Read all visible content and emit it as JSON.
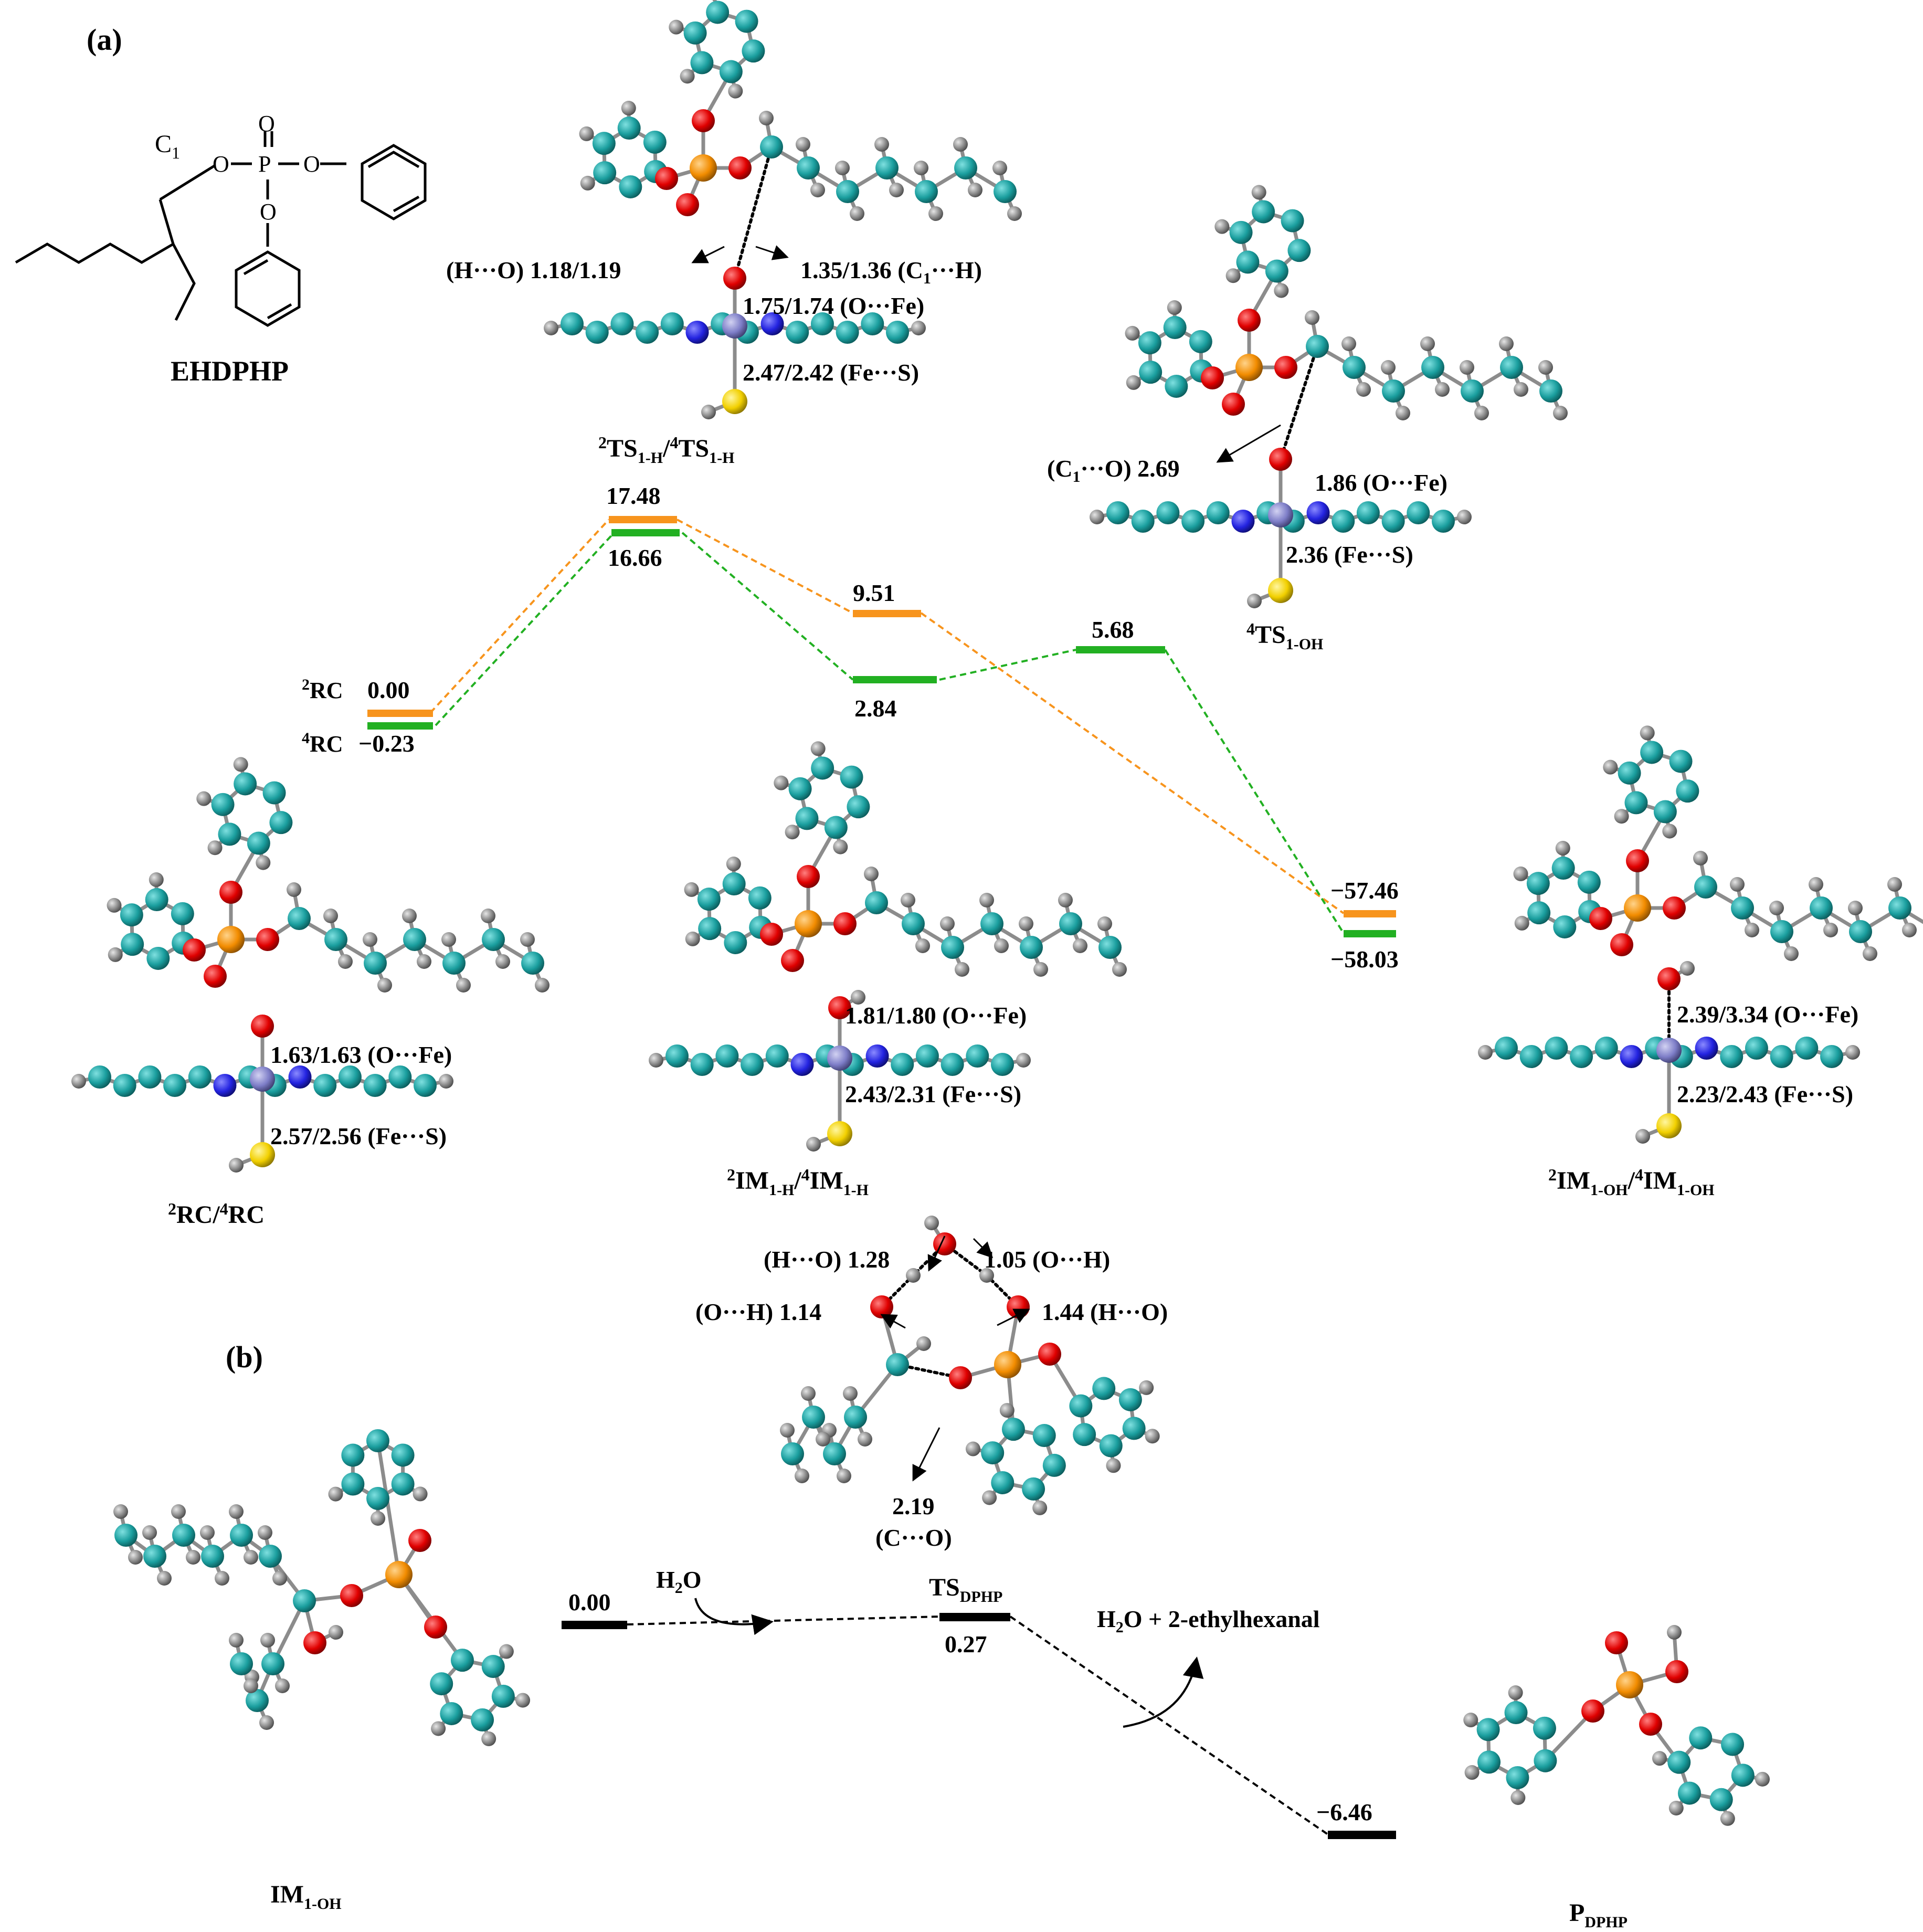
{
  "panel_a": {
    "label": "(a)",
    "ehdphp": {
      "name": "EHDPHP",
      "c1": "C",
      "c1_sub": "1",
      "o_labels": [
        "O",
        "O",
        "O",
        "O"
      ],
      "p": "P"
    },
    "energy_levels": {
      "rc_doublet": {
        "label": "2RC",
        "sup": "2",
        "name": "RC",
        "value": "0.00"
      },
      "rc_quartet": {
        "label": "4RC",
        "sup": "4",
        "name": "RC",
        "value": "−0.23"
      },
      "ts_h_doublet": {
        "value": "17.48"
      },
      "ts_h_quartet": {
        "value": "16.66"
      },
      "im_h_doublet": {
        "value": "9.51"
      },
      "im_h_quartet": {
        "value": "2.84"
      },
      "ts_oh_quartet": {
        "value": "5.68"
      },
      "im_oh_doublet": {
        "value": "−57.46"
      },
      "im_oh_quartet": {
        "value": "−58.03"
      }
    },
    "structures": {
      "ts_1h": {
        "caption_parts": [
          "2",
          "TS",
          "1-H",
          "/",
          "4",
          "TS",
          "1-H"
        ],
        "annotations": [
          "(H···O) 1.18/1.19",
          "1.35/1.36 (C",
          "1",
          "···H)",
          "1.75/1.74 (O···Fe)",
          "2.47/2.42 (Fe···S)"
        ]
      },
      "ts_1oh": {
        "caption_parts": [
          "4",
          "TS",
          "1-OH"
        ],
        "annotations": [
          "(C",
          "1",
          "···O) 2.69",
          "1.86 (O···Fe)",
          "2.36 (Fe···S)"
        ]
      },
      "rc": {
        "caption_parts": [
          "2",
          "RC/",
          "4",
          "RC"
        ],
        "annotations": [
          "1.63/1.63 (O···Fe)",
          "2.57/2.56 (Fe···S)"
        ]
      },
      "im_1h": {
        "caption_parts": [
          "2",
          "IM",
          "1-H",
          "/",
          "4",
          "IM",
          "1-H"
        ],
        "annotations": [
          "1.81/1.80 (O···Fe)",
          "2.43/2.31 (Fe···S)"
        ]
      },
      "im_1oh": {
        "caption_parts": [
          "2",
          "IM",
          "1-OH",
          "/",
          "4",
          "IM",
          "1-OH"
        ],
        "annotations": [
          "2.39/3.34 (O···Fe)",
          "2.23/2.43 (Fe···S)"
        ]
      }
    }
  },
  "panel_b": {
    "label": "(b)",
    "levels": {
      "im_oh": {
        "value": "0.00"
      },
      "ts_dphp": {
        "value": "0.27"
      },
      "p_dphp": {
        "value": "−6.46"
      }
    },
    "ts_annotations": [
      "(H···O) 1.28",
      "1.05 (O···H)",
      "(O···H) 1.14",
      "1.44 (H···O)",
      "2.19",
      "(C···O)"
    ],
    "h2o_in": {
      "main": "H",
      "sub": "2",
      "tail": "O"
    },
    "products_out": {
      "main": "H",
      "sub": "2",
      "tail": "O + 2-ethylhexanal"
    },
    "captions": {
      "im": {
        "main": "IM",
        "sub": "1-OH"
      },
      "ts": {
        "main": "TS",
        "sub": "DPHP"
      },
      "p": {
        "main": "P",
        "sub": "DPHP"
      }
    }
  },
  "colors": {
    "doublet": "#F7941D",
    "quartet": "#22B022",
    "level_black": "#000000",
    "carbon": "#1A9E9E",
    "hydrogen": "#8A8A8A",
    "oxygen": "#E00000",
    "phosphorus": "#F28C00",
    "nitrogen": "#2323E0",
    "sulfur": "#F2D000",
    "iron": "#7E7EC8"
  }
}
